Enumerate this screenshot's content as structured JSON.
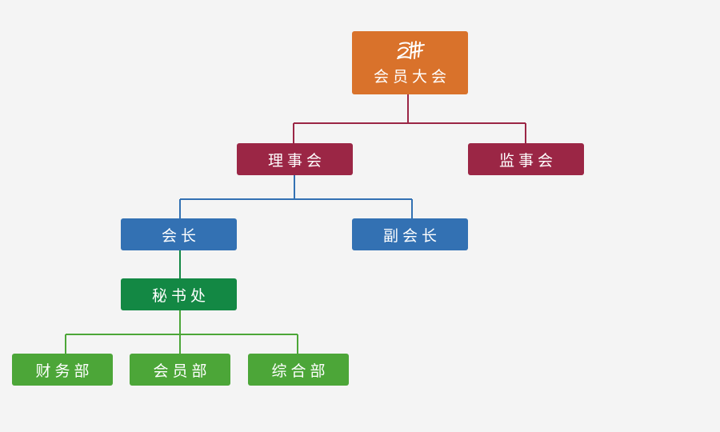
{
  "colors": {
    "background": "#f4f4f4",
    "level_root": "#d9722b",
    "level_board": "#9b2645",
    "level_leader": "#3371b3",
    "level_secretariat": "#138844",
    "level_department": "#4ca638"
  },
  "nodes": {
    "root": {
      "label": "会员大会",
      "icon": "seal-logo-icon"
    },
    "council": {
      "label": "理事会"
    },
    "supervisory": {
      "label": "监事会"
    },
    "president": {
      "label": "会长"
    },
    "vice_president": {
      "label": "副会长"
    },
    "secretariat": {
      "label": "秘书处"
    },
    "finance": {
      "label": "财务部"
    },
    "membership": {
      "label": "会员部"
    },
    "general": {
      "label": "综合部"
    }
  },
  "edges": [
    [
      "root",
      "council"
    ],
    [
      "root",
      "supervisory"
    ],
    [
      "council",
      "president"
    ],
    [
      "council",
      "vice_president"
    ],
    [
      "president",
      "secretariat"
    ],
    [
      "secretariat",
      "finance"
    ],
    [
      "secretariat",
      "membership"
    ],
    [
      "secretariat",
      "general"
    ]
  ]
}
